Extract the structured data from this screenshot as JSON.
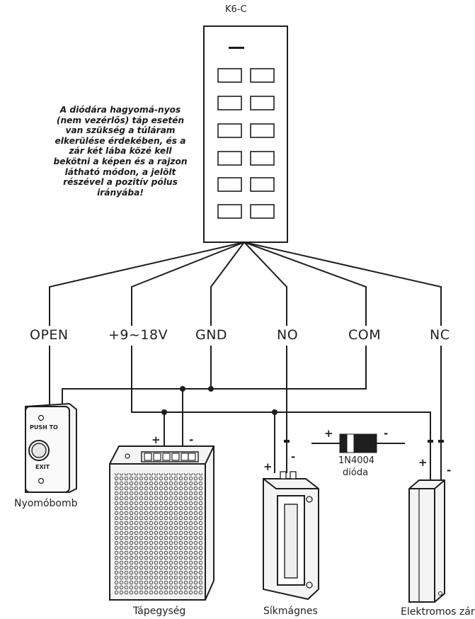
{
  "keypad": {
    "name": "K6-C",
    "button_rows": 6,
    "button_cols": 2
  },
  "note": "A diódára hagyomá-nyos (nem vezérlős) táp esetén van szükség a túláram elkerülése érdekében, és a zár két lába közé kell bekötni a képen és a rajzon látható módon, a jelölt részével a pozitív pólus irányába!",
  "terminals": {
    "open": "OPEN",
    "power": "+9~18V",
    "gnd": "GND",
    "no": "NO",
    "com": "COM",
    "nc": "NC"
  },
  "devices": {
    "exit_button": {
      "label": "Nyomóbomb",
      "text_top": "PUSH TO",
      "text_bottom": "EXIT"
    },
    "power_supply": {
      "label": "Tápegység"
    },
    "strike": {
      "label": "Síkmágnes"
    },
    "maglock": {
      "label": "Elektromos zár"
    }
  },
  "diode": {
    "part": "1N4004",
    "name": "dióda"
  },
  "polarity": {
    "plus": "+",
    "minus": "-"
  },
  "colors": {
    "line": "#1e1e1e",
    "device_fill": "#f4f4f4"
  }
}
